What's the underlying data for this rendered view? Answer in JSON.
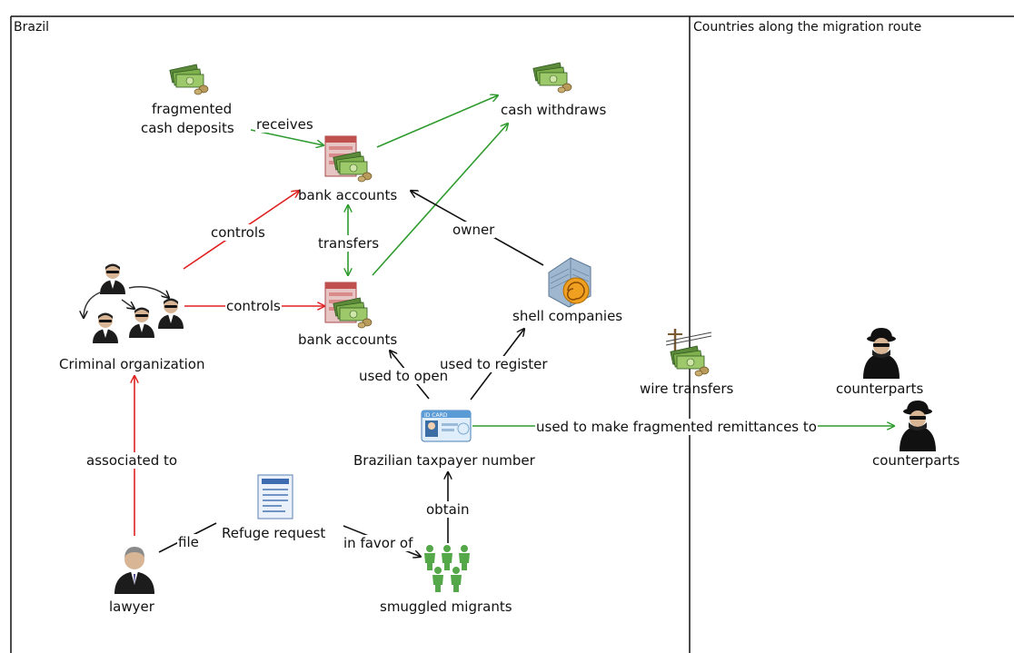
{
  "panels": {
    "brazil": "Brazil",
    "route": "Countries along the migration route"
  },
  "nodes": {
    "fragmented_line1": "fragmented",
    "fragmented_line2": "cash  deposits",
    "cash_withdraws": "cash withdraws",
    "bank_accounts_top": "bank accounts",
    "bank_accounts_mid": "bank accounts",
    "criminal_org": "Criminal organization",
    "shell_companies": "shell companies",
    "wire_transfers": "wire transfers",
    "counterparts_1": "counterparts",
    "counterparts_2": "counterparts",
    "taxpayer_number": "Brazilian taxpayer number",
    "refuge_request": "Refuge request",
    "lawyer": "lawyer",
    "smuggled_migrants": "smuggled migrants"
  },
  "edges": {
    "receives": "receives",
    "controls_top": "controls",
    "controls_mid": "controls",
    "transfers": "transfers",
    "owner": "owner",
    "used_to_open": "used to open",
    "used_to_register": "used to register",
    "remittances": "used to make fragmented remittances to",
    "associated_to": "associated to",
    "file": "file",
    "in_favor_of": "in favor of",
    "obtain": "obtain"
  },
  "id_card_text": "ID CARD",
  "colors": {
    "green": "#2e9b2e",
    "red": "#e02020",
    "black": "#111111"
  },
  "icons": {
    "money": "money-stack-icon",
    "bank_form": "bank-form-icon",
    "building": "building-shell-icon",
    "id_card": "id-card-icon",
    "document": "document-icon",
    "person": "person-icon",
    "hooded_person": "hooded-counterpart-icon",
    "migrants": "migrants-group-icon",
    "power_pole": "power-pole-icon"
  }
}
